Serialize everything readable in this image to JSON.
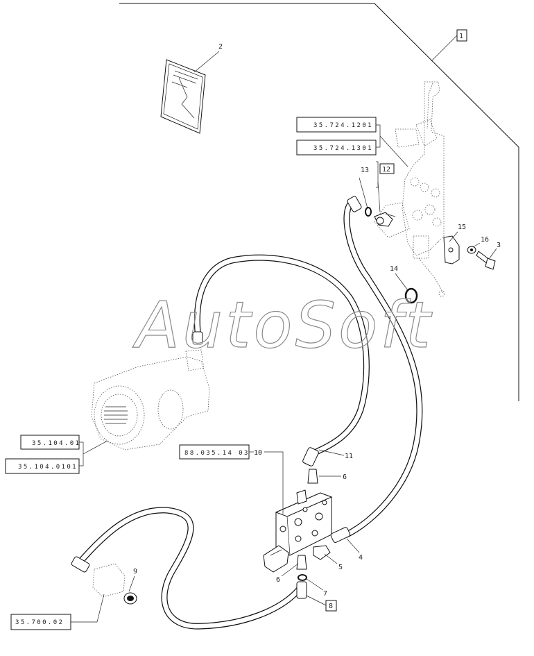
{
  "watermark": "AutoSoft",
  "references": {
    "r1": "35.724.1201",
    "r2": "35.724.1301",
    "r3": "35.104.01",
    "r4": "35.104.0101",
    "r5": "88.035.14 03",
    "r6": "35.700.02"
  },
  "callouts": {
    "c1": "1",
    "c2": "2",
    "c3": "3",
    "c4": "4",
    "c5": "5",
    "c6a": "6",
    "c6b": "6",
    "c7": "7",
    "c8": "8",
    "c9": "9",
    "c10": "10",
    "c11": "11",
    "c12": "12",
    "c13": "13",
    "c14": "14",
    "c15": "15",
    "c16": "16"
  }
}
